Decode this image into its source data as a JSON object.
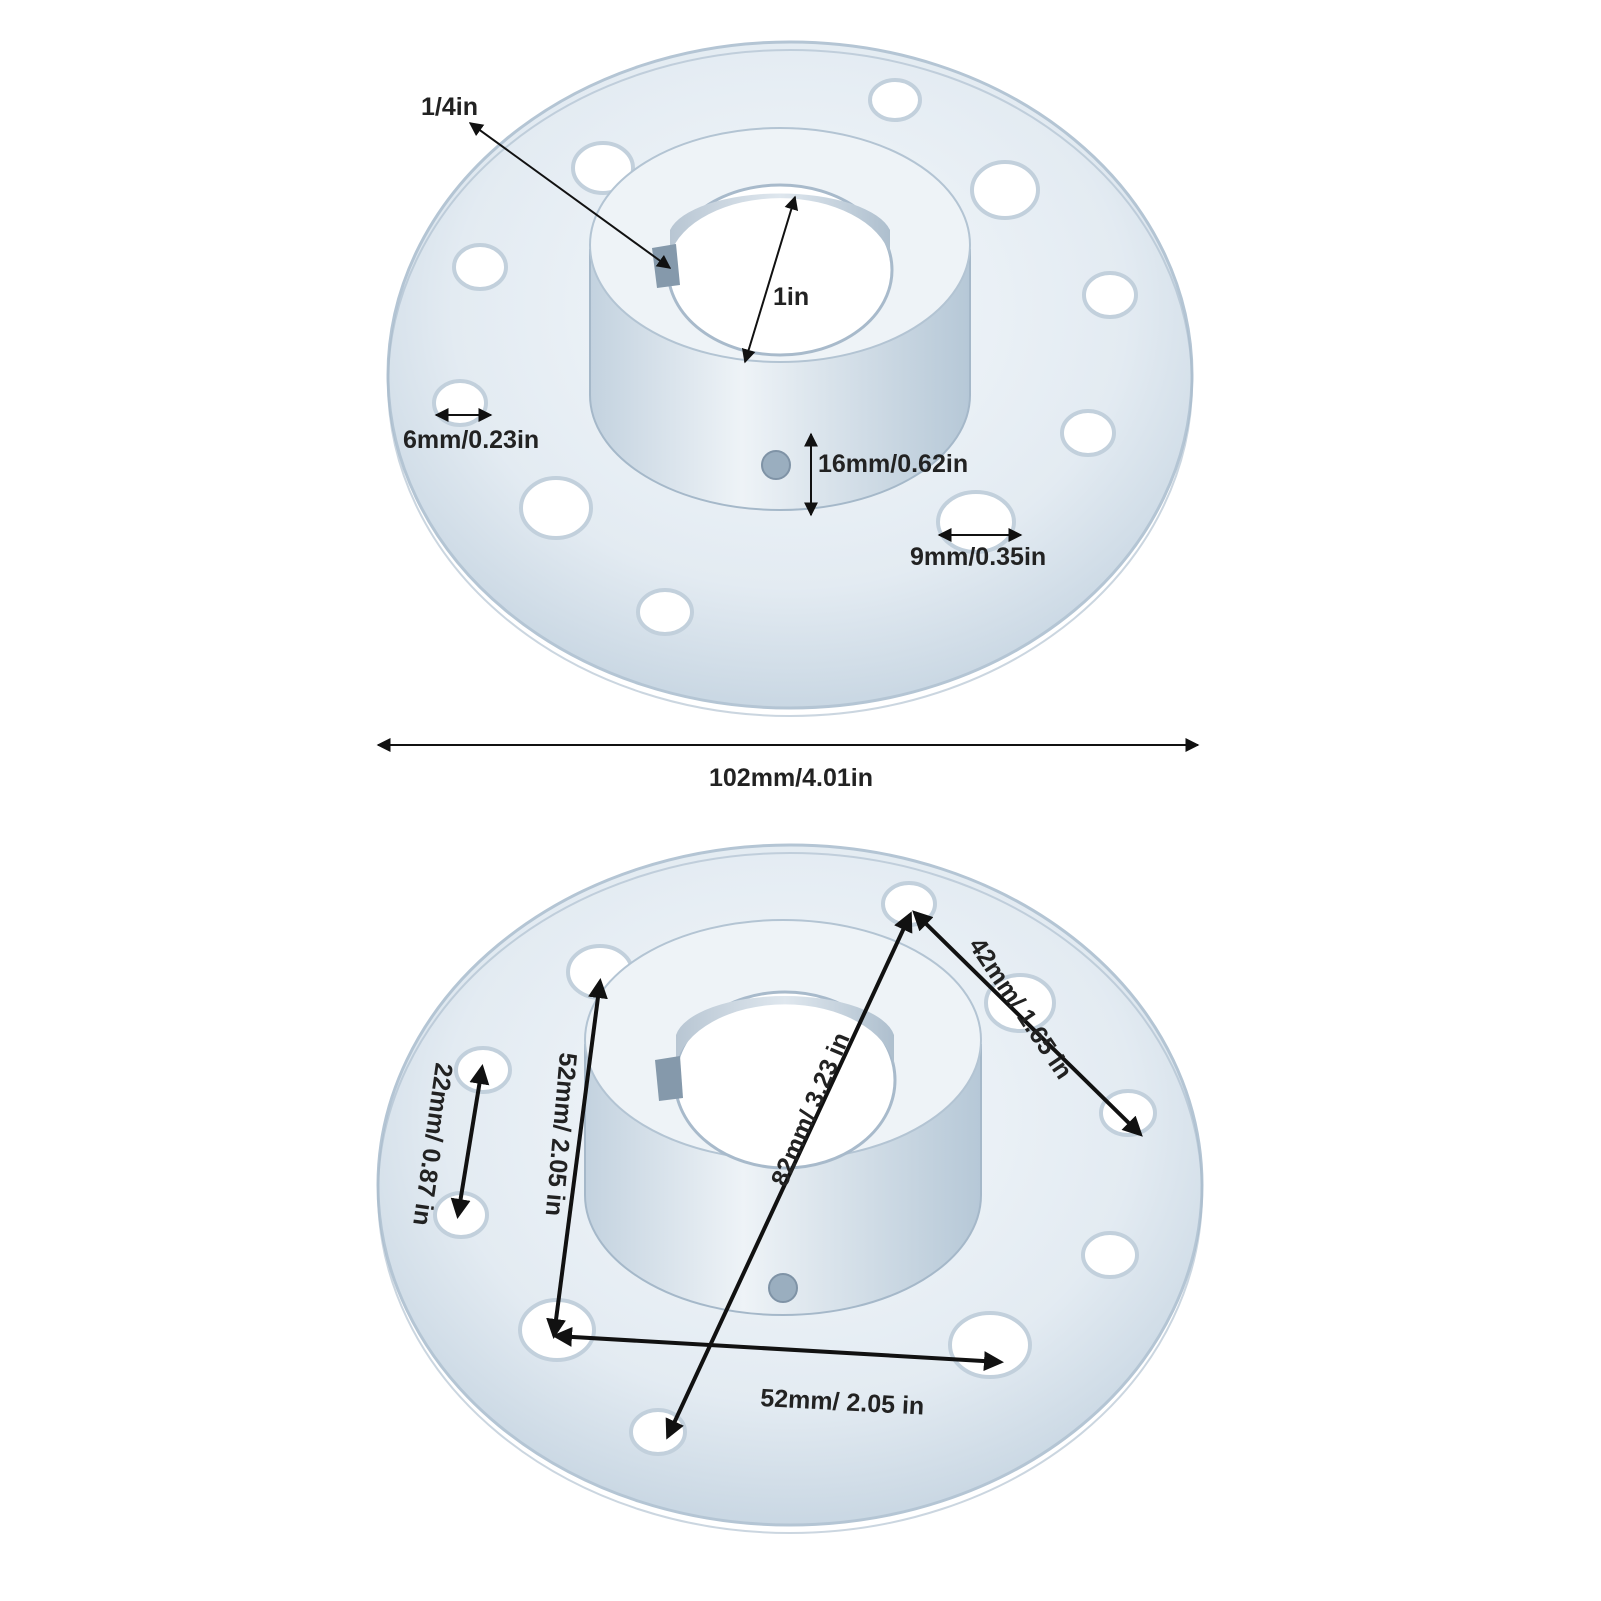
{
  "colors": {
    "background": "#ffffff",
    "metal_light": "#f2f6fa",
    "metal_mid": "#d9e4ee",
    "metal_dark": "#a9bccd",
    "hole_shadow": "#c4d2de",
    "dimension_line": "#111111",
    "label_text": "#222222"
  },
  "top_view": {
    "keyway_label": "1/4in",
    "bore_label": "1in",
    "small_hole_label": "6mm/0.23in",
    "hub_height_label": "16mm/0.62in",
    "large_hole_label": "9mm/0.35in",
    "overall_diameter_label": "102mm/4.01in"
  },
  "bottom_view": {
    "small_hole_spacing_label": "22mm/ 0.87 in",
    "large_hole_vertical_label": "52mm/ 2.05 in",
    "large_hole_horizontal_label": "52mm/ 2.05 in",
    "diagonal_label": "82mm/ 3.23 in",
    "adjacent_hole_label": "42mm/ 1.65 in"
  }
}
